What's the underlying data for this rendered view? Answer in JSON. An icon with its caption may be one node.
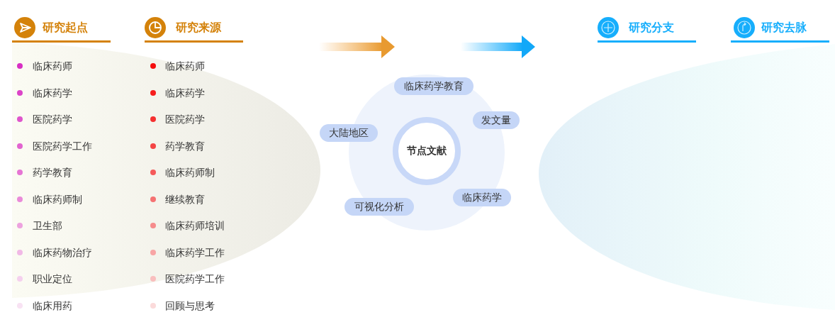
{
  "diagram": {
    "nodes": [
      {
        "text": [
          "节点文献"
        ]
      },
      {
        "text": [
          "临床药学教育"
        ]
      },
      {
        "text": [
          "发文量"
        ]
      },
      {
        "text": [
          "大陆地区"
        ]
      },
      {
        "text": [
          "临床药学"
        ]
      },
      {
        "text": [
          "可视化分析"
        ]
      }
    ],
    "labels": [
      "研究起点",
      "研究来源",
      "研究分支",
      "研究去脉",
      "临床药师",
      "临床药学",
      "医院药学",
      "医院药学工作",
      "药学教育",
      "临床药师制",
      "卫生部",
      "临床药物治疗",
      "职业定位",
      "临床用药",
      "临床药师",
      "临床药学",
      "医院药学",
      "药学教育",
      "临床药师制",
      "继续教育",
      "临床药师培训",
      "临床药学工作",
      "医院药学工作",
      "回顾与思考"
    ]
  }
}
